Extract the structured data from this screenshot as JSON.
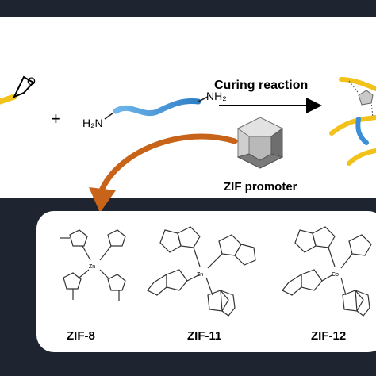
{
  "reaction": {
    "plus_sign": "+",
    "amine_left": "H₂N",
    "amine_right": "NH₂",
    "arrow_label": "Curing reaction",
    "promoter_label": "ZIF promoter",
    "epoxide_atom": "O"
  },
  "zif_structures": [
    {
      "label": "ZIF-8",
      "metal": "Zn"
    },
    {
      "label": "ZIF-11",
      "metal": "Zn"
    },
    {
      "label": "ZIF-12",
      "metal": "Co"
    }
  ],
  "colors": {
    "dark_panel": "#1e2530",
    "chain_yellow": "#f2c21b",
    "chain_blue": "#3a8fd6",
    "curved_arrow": "#c8641a",
    "card": "#ffffff"
  },
  "icons": [
    "epoxide-icon",
    "diamine-icon",
    "zif-polyhedron-icon",
    "cured-network-icon",
    "molecule-icon"
  ]
}
